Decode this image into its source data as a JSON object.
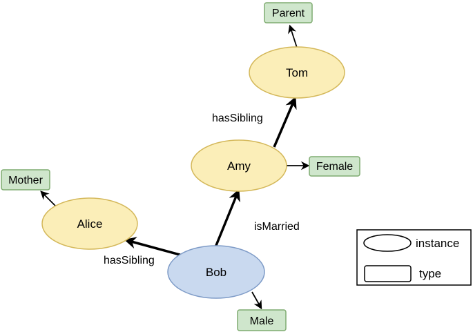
{
  "colors": {
    "instance_fill": "#fbeeb8",
    "instance_stroke": "#d4b85a",
    "focus_fill": "#c9d9ef",
    "focus_stroke": "#7e9bc7",
    "type_fill": "#cfe6cc",
    "type_stroke": "#7fab70",
    "edge": "#000000"
  },
  "nodes": {
    "tom": {
      "label": "Tom",
      "kind": "instance"
    },
    "amy": {
      "label": "Amy",
      "kind": "instance"
    },
    "alice": {
      "label": "Alice",
      "kind": "instance"
    },
    "bob": {
      "label": "Bob",
      "kind": "instance-focus"
    }
  },
  "types": {
    "parent": {
      "label": "Parent"
    },
    "female": {
      "label": "Female"
    },
    "mother": {
      "label": "Mother"
    },
    "male": {
      "label": "Male"
    }
  },
  "edges": {
    "amy_tom": {
      "label": "hasSibling",
      "from": "Amy",
      "to": "Tom",
      "weight": "bold"
    },
    "bob_amy": {
      "label": "isMarried",
      "from": "Bob",
      "to": "Amy",
      "weight": "bold"
    },
    "bob_alice": {
      "label": "hasSibling",
      "from": "Bob",
      "to": "Alice",
      "weight": "bold"
    },
    "tom_parent": {
      "from": "Tom",
      "to": "Parent",
      "weight": "thin"
    },
    "amy_female": {
      "from": "Amy",
      "to": "Female",
      "weight": "thin"
    },
    "alice_mother": {
      "from": "Alice",
      "to": "Mother",
      "weight": "thin"
    },
    "bob_male": {
      "from": "Bob",
      "to": "Male",
      "weight": "thin"
    }
  },
  "legend": {
    "instance_label": "instance",
    "type_label": "type"
  }
}
